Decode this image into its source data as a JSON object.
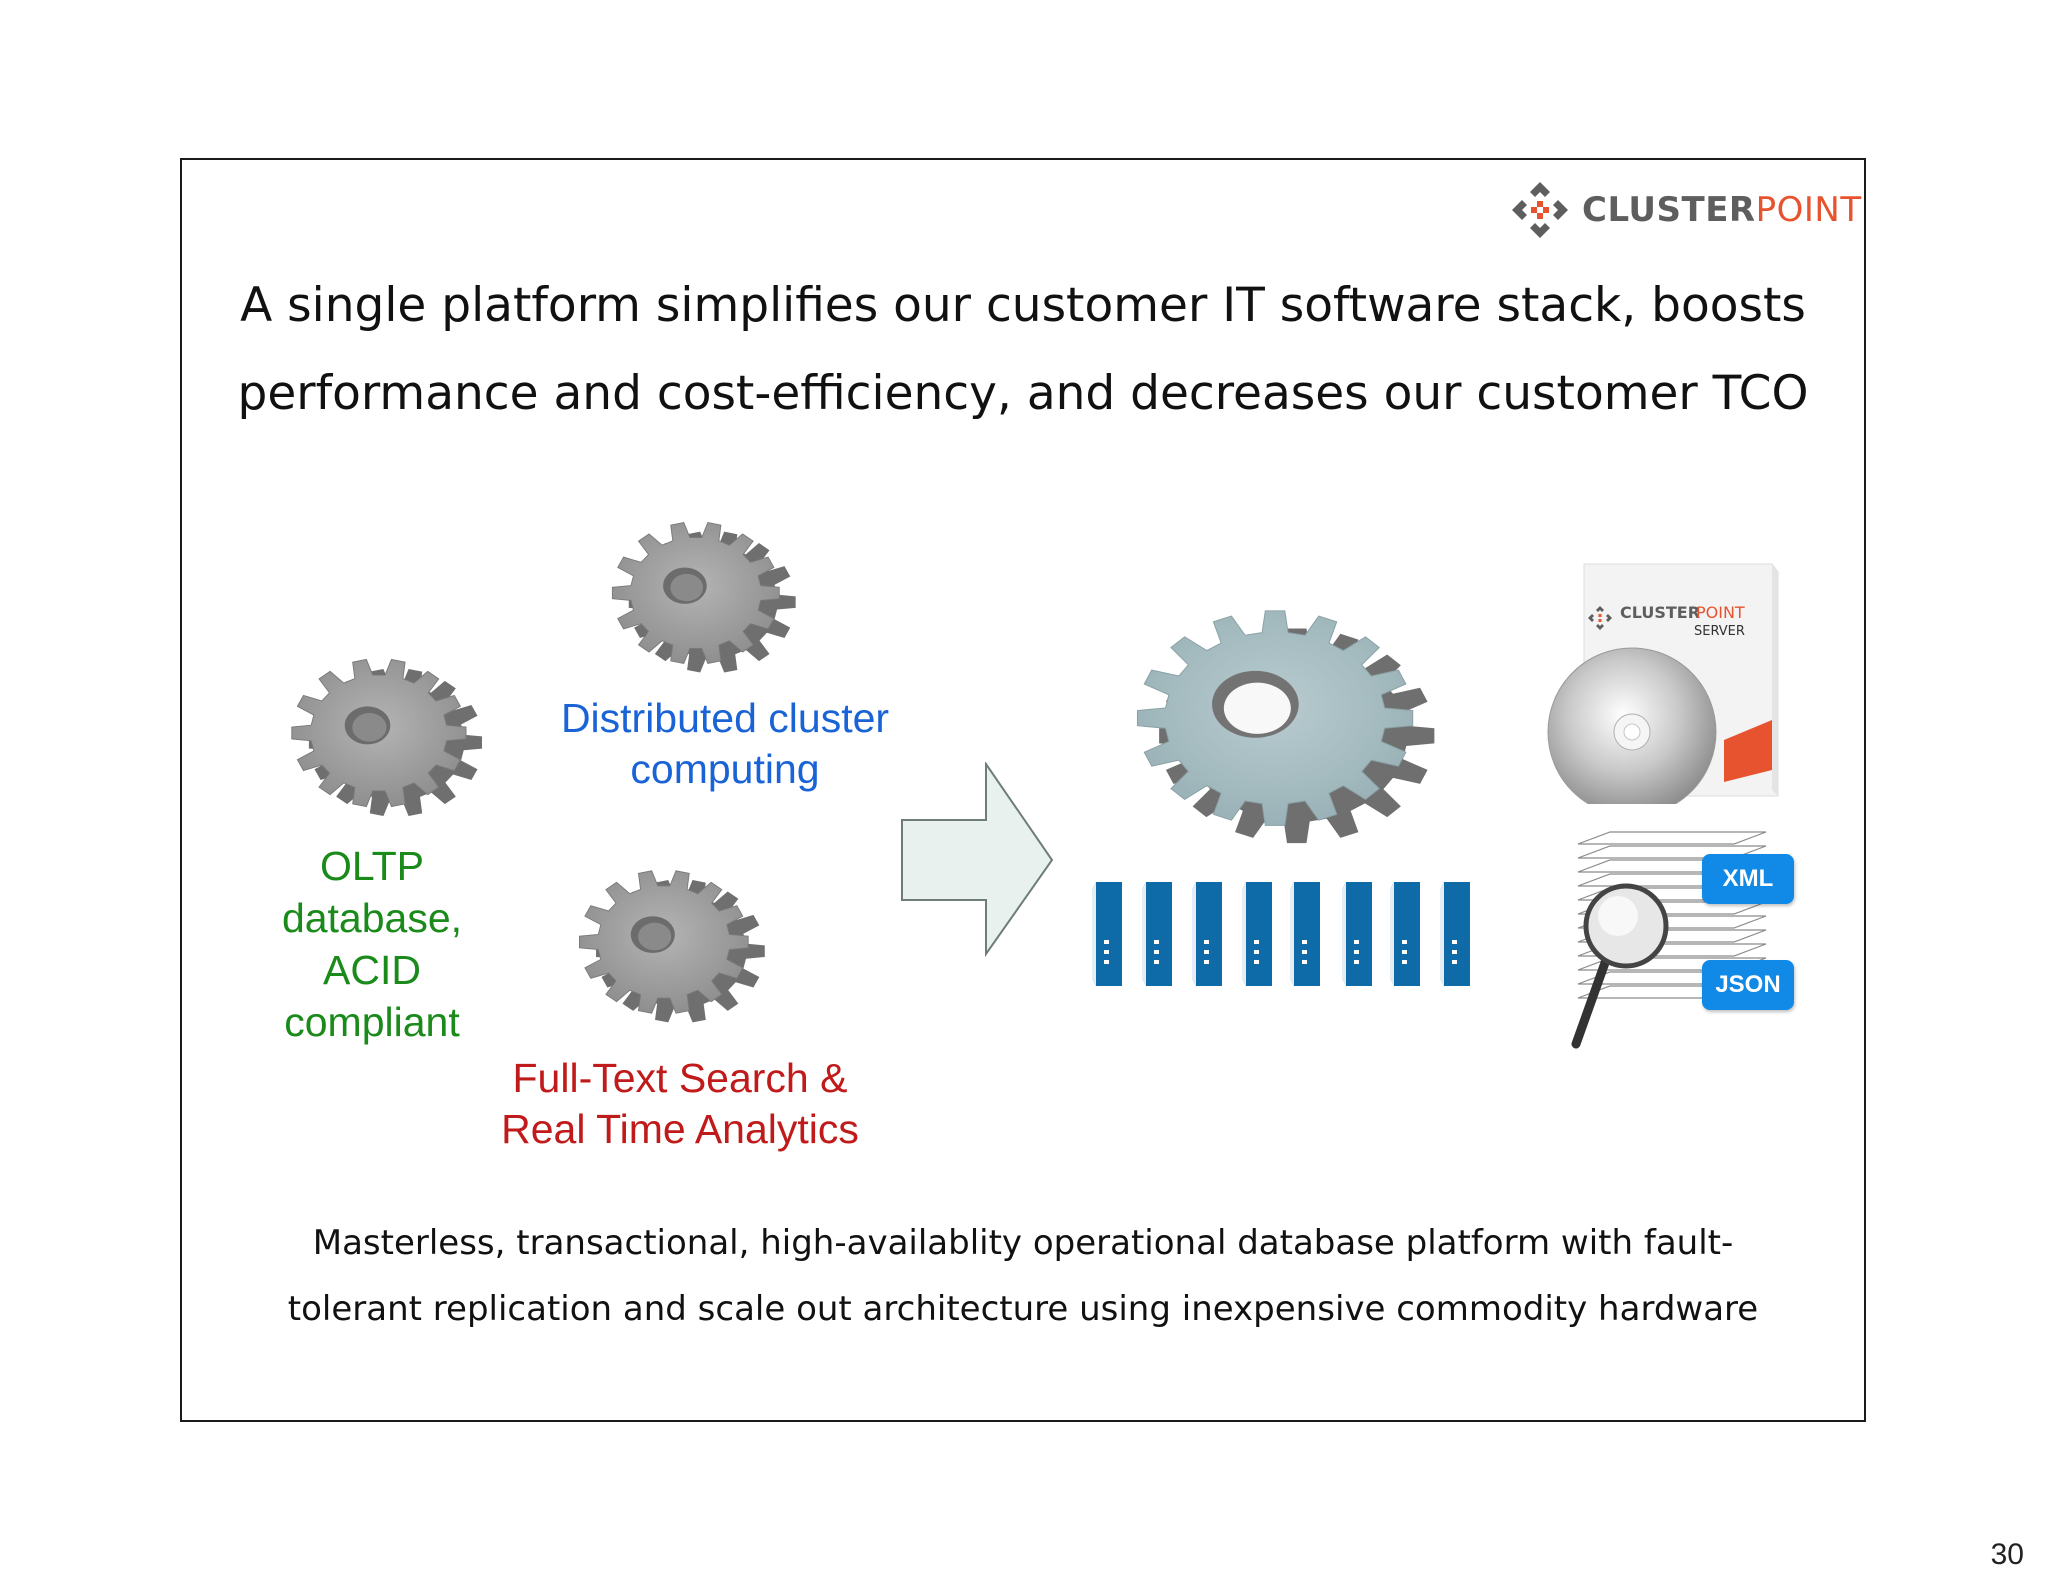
{
  "logo": {
    "part1": "CLUSTER",
    "part2": "POINT"
  },
  "title": {
    "line1": "A single platform simplifies our customer IT software stack, boosts",
    "line2": "performance and cost-efficiency, and decreases our customer TCO"
  },
  "labels": {
    "oltp": [
      "OLTP",
      "database,",
      "ACID",
      "compliant"
    ],
    "distributed": [
      "Distributed cluster",
      "computing"
    ],
    "fulltext": [
      "Full-Text Search &",
      "Real Time Analytics"
    ]
  },
  "product_box": {
    "brand1": "CLUSTER",
    "brand2": "POINT",
    "subtitle": "SERVER"
  },
  "badges": {
    "xml": "XML",
    "json": "JSON"
  },
  "footer": {
    "line1": "Masterless, transactional, high-availablity operational database platform with fault-",
    "line2": "tolerant replication and scale out architecture using inexpensive commodity hardware"
  },
  "page_number": "30",
  "icons": [
    "logo-icon",
    "gear-icon",
    "arrow-right-icon",
    "server-icon",
    "cd-icon",
    "documents-icon",
    "magnifier-icon"
  ],
  "colors": {
    "brand_orange": "#e8532f",
    "oltp_green": "#1a8a1a",
    "distributed_blue": "#1a63d6",
    "fulltext_red": "#c01a1a",
    "badge_blue": "#1189e6",
    "server_blue": "#0f6aa8"
  }
}
